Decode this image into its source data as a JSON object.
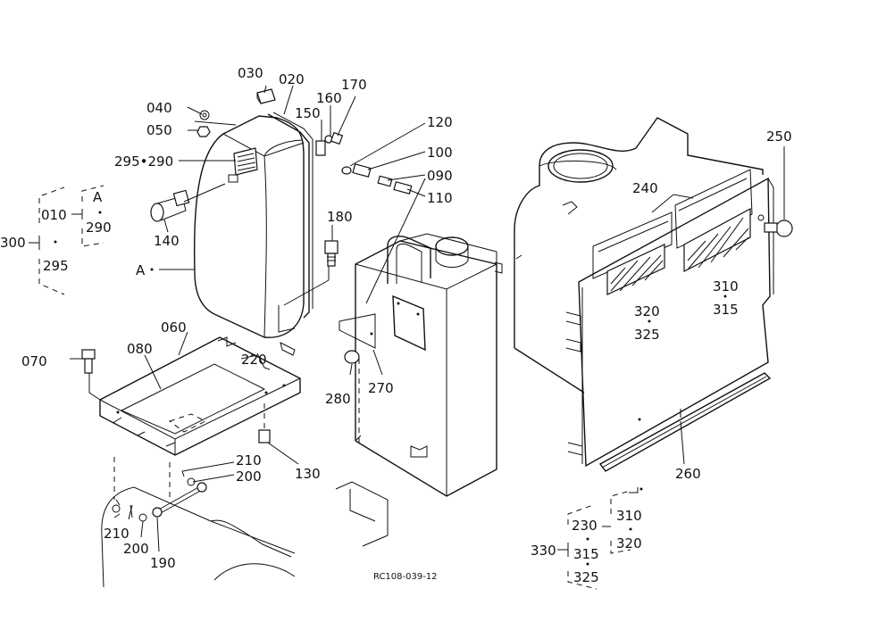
{
  "figure_code": "RC108-039-12",
  "labels": {
    "p030": "030",
    "p020": "020",
    "p040": "040",
    "p050": "050",
    "p150": "150",
    "p160": "160",
    "p170": "170",
    "p120": "120",
    "p100": "100",
    "p090": "090",
    "p110": "110",
    "p295_290": "295•290",
    "p010": "010",
    "pA1": "A",
    "p290": "290",
    "p300": "300",
    "p295": "295",
    "p140": "140",
    "p180": "180",
    "pA2": "A",
    "p060": "060",
    "p080": "080",
    "p070": "070",
    "p220": "220",
    "p280": "280",
    "p270": "270",
    "p130": "130",
    "p210a": "210",
    "p200a": "200",
    "p210b": "210",
    "p200b": "200",
    "p190": "190",
    "p250": "250",
    "p240": "240",
    "p310a": "310",
    "p315a": "315",
    "p320a": "320",
    "p325a": "325",
    "p260": "260",
    "p230": "230",
    "p310b": "310",
    "p320b": "320",
    "p330": "330",
    "p315b": "315",
    "p325b": "325"
  }
}
